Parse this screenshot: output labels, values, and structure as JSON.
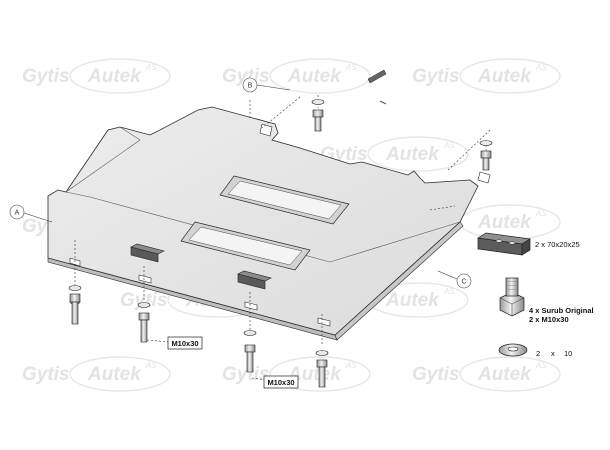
{
  "watermark": {
    "brand_left": "Gytis",
    "brand_right": "Autek",
    "sup": "AS"
  },
  "callouts": {
    "a": "A",
    "b": "B",
    "c": "C"
  },
  "parts": {
    "plate_hardware": "2 x 70x20x25",
    "bolt_line1": "4 x Surub Original",
    "bolt_line2": "2 x M10x30",
    "washer_qty": "2",
    "washer_x": "x",
    "washer_size": "10"
  },
  "bolt_tags": {
    "left": "M10x30",
    "right": "M10x30"
  },
  "colors": {
    "plate_fill": "#e4e4e4",
    "line": "#2a2a2a",
    "watermark": "#e3e3e3"
  }
}
